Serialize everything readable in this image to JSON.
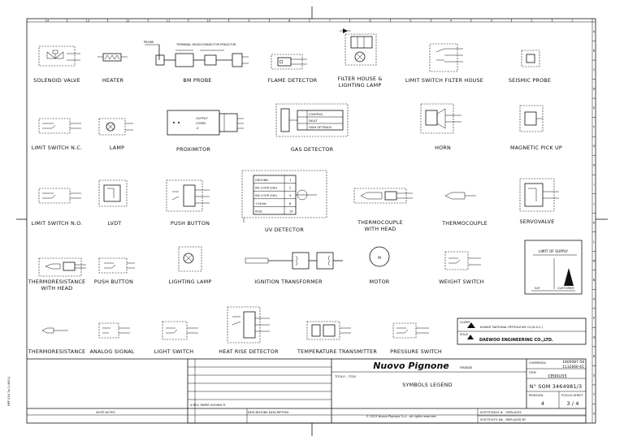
{
  "border": {
    "columns_top": [
      "14",
      "13",
      "12",
      "11",
      "10",
      "9",
      "8",
      "7",
      "6",
      "5",
      "4",
      "3",
      "2",
      "1"
    ],
    "rows_right": [
      "A",
      "B",
      "C",
      "D",
      "E",
      "F",
      "G",
      "H",
      "I",
      "J",
      "K",
      "L",
      "M",
      "N",
      "O",
      "P",
      "Q",
      "R",
      "S",
      "T",
      "U"
    ],
    "side_text": "NPF 016 7a-1 (6/01)"
  },
  "symbols": {
    "solenoid_valve": "SOLENOID VALVE",
    "heater": "HEATER",
    "bm_probe": "BM PROBE",
    "bm_probe_tags": [
      "PROBE",
      "TERMINAL HEAD",
      "CONNECTOR PREACTOR"
    ],
    "flame_detector": "FLAME DETECTOR",
    "filter_house": "FILTER HOUSE &",
    "filter_house_2": "LIGHTING LAMP",
    "limit_switch_filter_house": "LIMIT SWITCH FILTER HOUSE",
    "seismic_probe": "SEISMIC PROBE",
    "limit_switch_nc": "LIMIT SWITCH N.C.",
    "lamp": "LAMP",
    "proximitor": "PROXIMITOR",
    "proximitor_rows": [
      "OUTPUT",
      "COMM.",
      "-V"
    ],
    "gas_detector": "GAS DETECTOR",
    "gas_detector_rows": [
      "CONTROL",
      "FAULT",
      "HIGH SETTINGS"
    ],
    "horn": "HORN",
    "magnetic_pickup": "MAGNETIC PICK UP",
    "limit_switch_no": "LIMIT SWITCH N.O.",
    "lvdt": "LVDT",
    "push_button_1": "PUSH BUTTON",
    "uv_detector": "UV DETECTOR",
    "uv_rows": [
      {
        "name": "GROUND",
        "pin": "1"
      },
      {
        "name": "IN1 LOOP (SIG)",
        "pin": "2"
      },
      {
        "name": "IN2 LOOP (SIG)",
        "pin": "4"
      },
      {
        "name": "+24Vdc",
        "pin": "8"
      },
      {
        "name": "0Vdc",
        "pin": "10"
      }
    ],
    "thermocouple_head": "THERMOCOUPLE",
    "thermocouple_head_2": "WITH HEAD",
    "thermocouple": "THERMOCOUPLE",
    "servovalve": "SERVOVALVE",
    "limit_of_supply": "LIMIT OF SUPPLY",
    "limit_np": "N.P.",
    "limit_customer": "CUSTOMER",
    "thermoresistance_head": "THERMORESISTANCE",
    "thermoresistance_head_2": "WITH HEAD",
    "push_button_2": "PUSH BUTTON",
    "lighting_lamp": "LIGHTING LAMP",
    "ignition_transformer": "IGNITION TRANSFORMER",
    "motor": "MOTOR",
    "motor_letter": "M",
    "weight_switch": "WEIGHT SWITCH",
    "thermoresistance": "THERMORESISTANCE",
    "analog_signal": "ANALOG SIGNAL",
    "light_switch": "LIGHT SWITCH",
    "heat_rise_detector": "HEAT RISE DETECTOR",
    "temperature_transmitter": "TEMPERATURE TRANSMITTER",
    "pressure_switch": "PRESSURE SWITCH"
  },
  "title_block": {
    "client_tag": "CLIENT",
    "client_1": "KUWAIT NATIONAL PETROLEUM CO.(K.S.C.)",
    "client_tag2": "SOLD",
    "client_2": "DAEWOO ENGINEERING CO.,LTD.",
    "company": "Nuovo Pignone",
    "firenze": "FIRENZE",
    "title_tag": "TITOLO - TITLE",
    "title": "SYMBOLS LEGEND",
    "copyright": "© 2012 Nuovo Pignone S.r.l., all rights reserved.",
    "commessa_tag": "COMMESSA",
    "commessa_1": "1800087-58",
    "commessa_2": "1132666-61",
    "item_tag": "ITEM",
    "item": "CE00U33",
    "doc_number": "N° SOM 3464981/3",
    "rev_tag": "REVISION",
    "rev_value": "4",
    "sheet_tag": "FOGLIO-SHEET",
    "sheet_value": "3 / 4",
    "rev_row": "4   REV. PAPER SHOWN ®",
    "notes_header": "NOTE NOTES",
    "desc_header": "DESCRIZIONE DESCRIPTION",
    "sost_1": "SOSTITUISCE N. - REPLACES",
    "sost_2": "SOSTITUITO DA - REPLACED BY"
  }
}
